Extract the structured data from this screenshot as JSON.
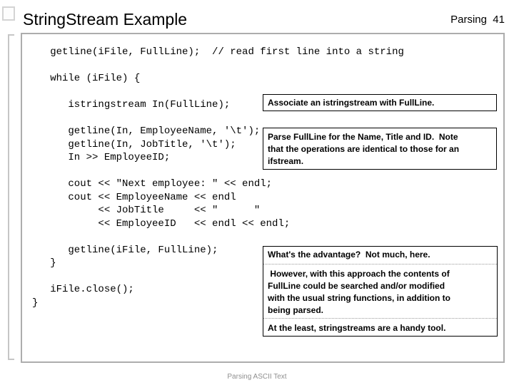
{
  "header": {
    "title": "StringStream Example",
    "page_label": "Parsing  41"
  },
  "code": {
    "lines": [
      "   getline(iFile, FullLine);  // read first line into a string",
      "",
      "   while (iFile) {",
      "",
      "      istringstream In(FullLine);",
      "",
      "      getline(In, EmployeeName, '\\t');",
      "      getline(In, JobTitle, '\\t');",
      "      In >> EmployeeID;",
      "",
      "      cout << \"Next employee: \" << endl;",
      "      cout << EmployeeName << endl",
      "           << JobTitle     << \"      \"",
      "           << EmployeeID   << endl << endl;",
      "",
      "      getline(iFile, FullLine);",
      "   }",
      "",
      "   iFile.close();",
      "}"
    ]
  },
  "callouts": [
    {
      "lines": [
        "Associate an istringstream with FullLine."
      ]
    },
    {
      "lines": [
        "Parse FullLine for the Name, Title and ID.  Note",
        "that the operations are identical to those for an",
        "ifstream."
      ]
    },
    {
      "sections": [
        {
          "lines": [
            "What's the advantage?  Not much, here."
          ]
        },
        {
          "lines": [
            " However, with this approach the contents of",
            "FullLine could be searched and/or modified",
            "with the usual string functions, in addition to",
            "being parsed."
          ]
        },
        {
          "lines": [
            "At the least, stringstreams are a handy tool."
          ]
        }
      ]
    }
  ],
  "footer": {
    "text": "Parsing ASCII Text"
  },
  "colors": {
    "frame_border": "#adadad",
    "decoration": "#c6c6c6",
    "callout_border": "#000000",
    "divider": "#999999",
    "footer_text": "#8f8f8f"
  }
}
